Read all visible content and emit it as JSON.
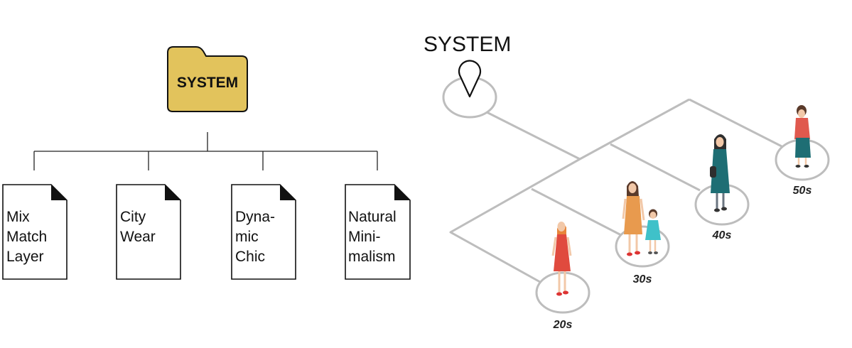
{
  "tree": {
    "root_label": "SYSTEM",
    "root_color": "#E2C35C",
    "documents": [
      {
        "lines": [
          "Mix",
          "Match",
          "Layer"
        ]
      },
      {
        "lines": [
          "City",
          "Wear"
        ]
      },
      {
        "lines": [
          "Dyna-",
          "mic",
          "Chic"
        ]
      },
      {
        "lines": [
          "Natural",
          "Mini-",
          "malism"
        ]
      }
    ]
  },
  "path_diagram": {
    "origin_label": "SYSTEM",
    "origin_icon": "map-pin-icon",
    "line_color": "#BDBDBD",
    "stages": [
      {
        "label": "20s",
        "dress_color": "#E04A3E"
      },
      {
        "label": "30s",
        "dress_color": "#E89A4E"
      },
      {
        "label": "40s",
        "dress_color": "#1E6E74"
      },
      {
        "label": "50s",
        "dress_color": "#E0594E"
      }
    ]
  }
}
